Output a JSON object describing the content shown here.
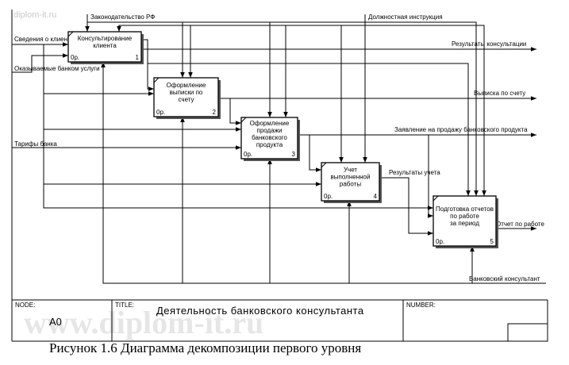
{
  "watermark": {
    "site_small": "diplom-it.ru",
    "site_big": "www.diplom-it.ru"
  },
  "colors": {
    "line": "#000000",
    "watermark": "#c9c9c9",
    "shadow": "#000000"
  },
  "boxes": [
    {
      "id": "b1",
      "title": [
        "Консультирование",
        "клиента"
      ],
      "cost": "0р.",
      "number": "1"
    },
    {
      "id": "b2",
      "title": [
        "Оформление",
        "выписки по",
        "счету"
      ],
      "cost": "0р.",
      "number": "2"
    },
    {
      "id": "b3",
      "title": [
        "Оформление",
        "продажи",
        "банковского",
        "продукта"
      ],
      "cost": "0р.",
      "number": "3"
    },
    {
      "id": "b4",
      "title": [
        "Учет",
        "выполненной",
        "работы"
      ],
      "cost": "0р.",
      "number": "4"
    },
    {
      "id": "b5",
      "title": [
        "Подготовка отчетов",
        "по работе",
        "за период"
      ],
      "cost": "0р.",
      "number": "5"
    }
  ],
  "arrows": {
    "control_law": "Законодательство РФ",
    "control_instruction": "Должностная инструкция",
    "input_client_info": "Сведения о клиенте",
    "input_services": "Оказываемые банком услуги",
    "input_tariffs": "Тарифы банка",
    "output_consult_results": "Результаты консультации",
    "output_statement": "Выписка по счету",
    "output_sale_request": "Заявление на продажу банковского продукта",
    "output_accounting_results": "Результаты учета",
    "output_report": "Отчет по работе",
    "mechanism_consultant": "Банковский консультант"
  },
  "frame": {
    "node_label": "NODE:",
    "title_label": "TITLE:",
    "number_label": "NUMBER:",
    "node_value": "A0",
    "title_value": "Деятельность банковского консультанта"
  },
  "caption": "Рисунок 1.6 Диаграмма декомпозиции первого уровня"
}
